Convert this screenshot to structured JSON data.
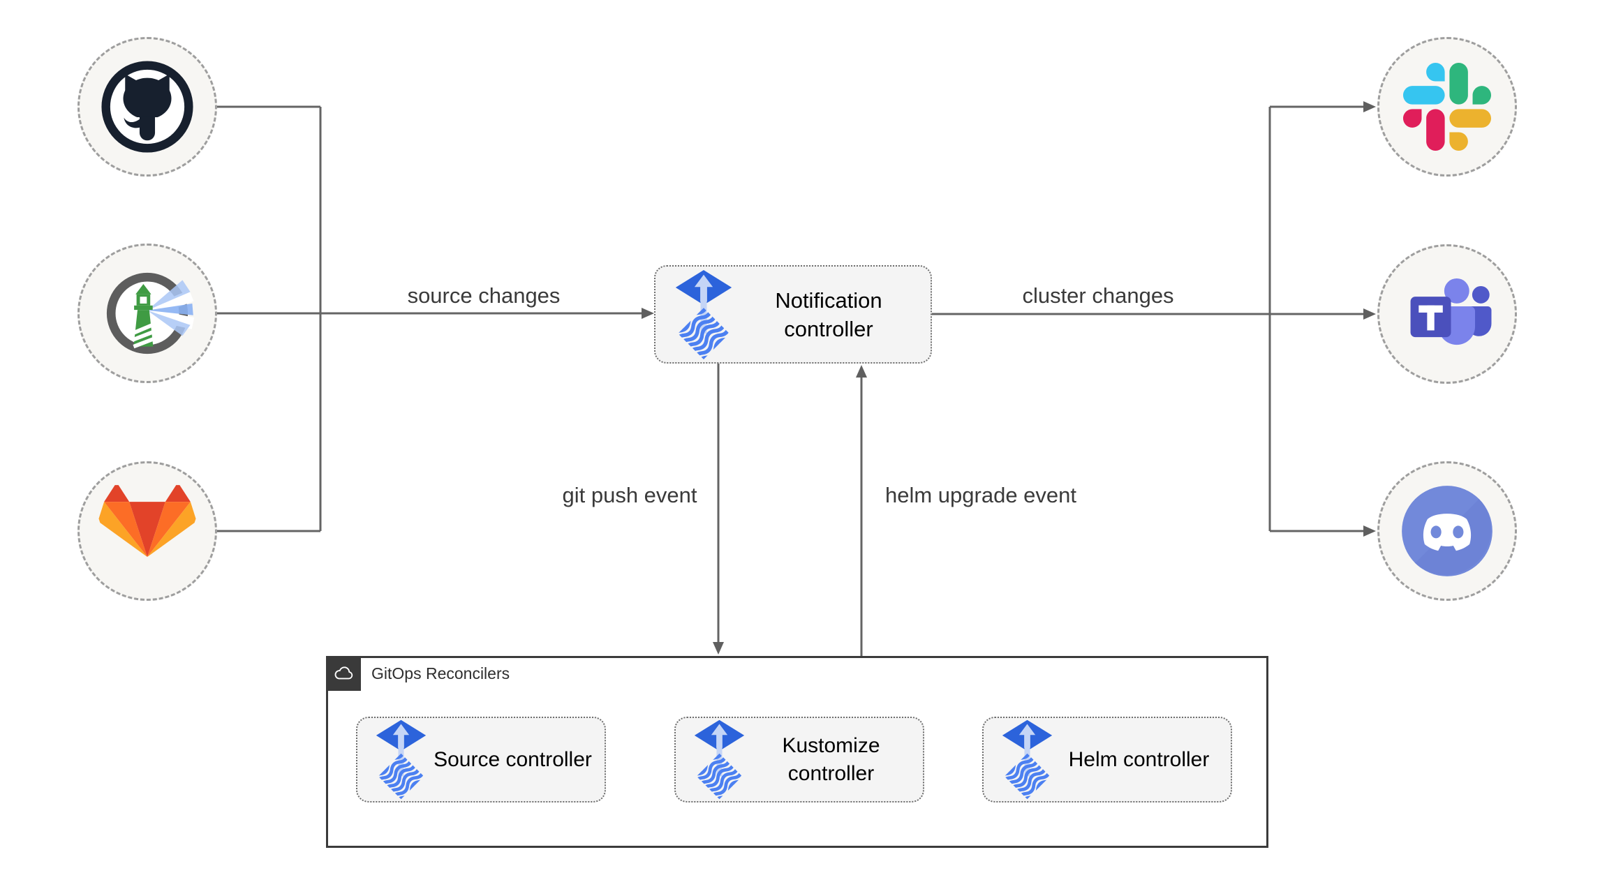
{
  "edge_labels": {
    "source_changes": "source changes",
    "cluster_changes": "cluster changes",
    "git_push_event": "git push event",
    "helm_upgrade_event": "helm upgrade event"
  },
  "controllers": {
    "notification": "Notification controller",
    "source": "Source controller",
    "kustomize": "Kustomize controller",
    "helm": "Helm controller"
  },
  "reconcilers_group": {
    "title": "GitOps Reconcilers",
    "icon": "cloud-icon"
  },
  "source_nodes": [
    {
      "icon": "github-icon"
    },
    {
      "icon": "harbor-icon"
    },
    {
      "icon": "gitlab-icon"
    }
  ],
  "target_nodes": [
    {
      "icon": "slack-icon"
    },
    {
      "icon": "teams-icon"
    },
    {
      "icon": "discord-icon"
    }
  ],
  "teams_icon_letter": "T",
  "colors": {
    "flux_blue": "#2c63db",
    "flux_wave_blue": "#4c80f1",
    "wire_gray": "#646464",
    "node_fill": "#f7f6f3",
    "box_fill": "#f4f4f4",
    "github_dark": "#17202e",
    "harbor_green": "#3f9b43",
    "gitlab_red": "#e24329",
    "gitlab_orange": "#fc6d26",
    "gitlab_amber": "#fca326",
    "slack_blue": "#36C5F0",
    "slack_green": "#2EB67D",
    "slack_yellow": "#ECB22E",
    "slack_pink": "#E01E5A",
    "teams_indigo": "#4b50bc",
    "teams_light": "#7b83eb",
    "discord_blurple": "#7289da"
  }
}
